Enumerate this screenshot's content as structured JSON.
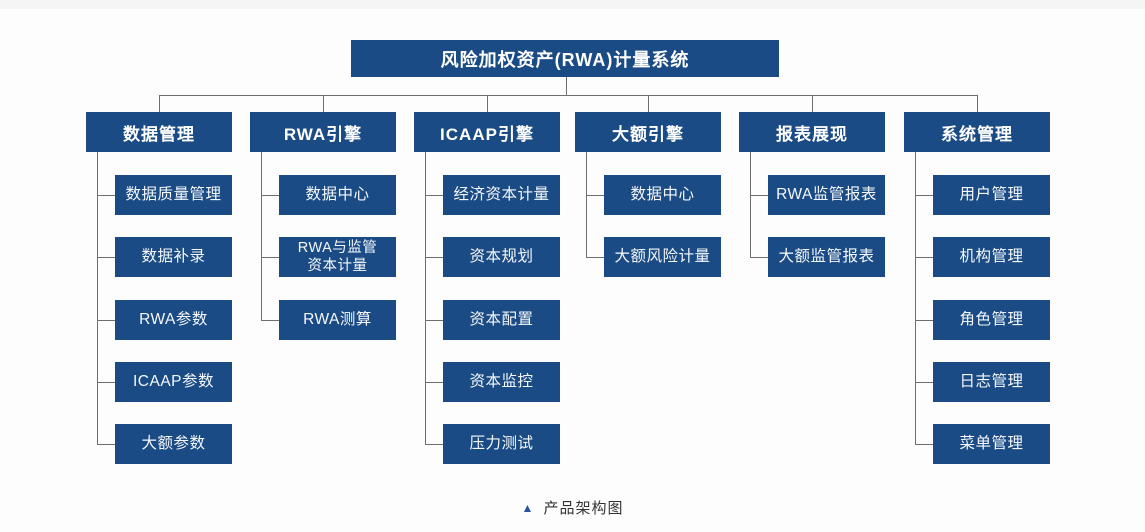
{
  "title": "风险加权资产(RWA)计量系统",
  "caption": {
    "icon": "▲",
    "text": "产品架构图"
  },
  "colors": {
    "node_blue": "#1b4b85",
    "connector_gray": "#6f6f6f",
    "caption_triangle_blue": "#2456a4",
    "background": "#fdfdfd"
  },
  "tree": {
    "root": "风险加权资产(RWA)计量系统",
    "columns": [
      {
        "label": "数据管理",
        "children": [
          "数据质量管理",
          "数据补录",
          "RWA参数",
          "ICAAP参数",
          "大额参数"
        ]
      },
      {
        "label": "RWA引擎",
        "children": [
          "数据中心",
          "RWA与监管\n资本计量",
          "RWA测算"
        ]
      },
      {
        "label": "ICAAP引擎",
        "children": [
          "经济资本计量",
          "资本规划",
          "资本配置",
          "资本监控",
          "压力测试"
        ]
      },
      {
        "label": "大额引擎",
        "children": [
          "数据中心",
          "大额风险计量"
        ]
      },
      {
        "label": "报表展现",
        "children": [
          "RWA监管报表",
          "大额监管报表"
        ]
      },
      {
        "label": "系统管理",
        "children": [
          "用户管理",
          "机构管理",
          "角色管理",
          "日志管理",
          "菜单管理"
        ]
      }
    ]
  }
}
